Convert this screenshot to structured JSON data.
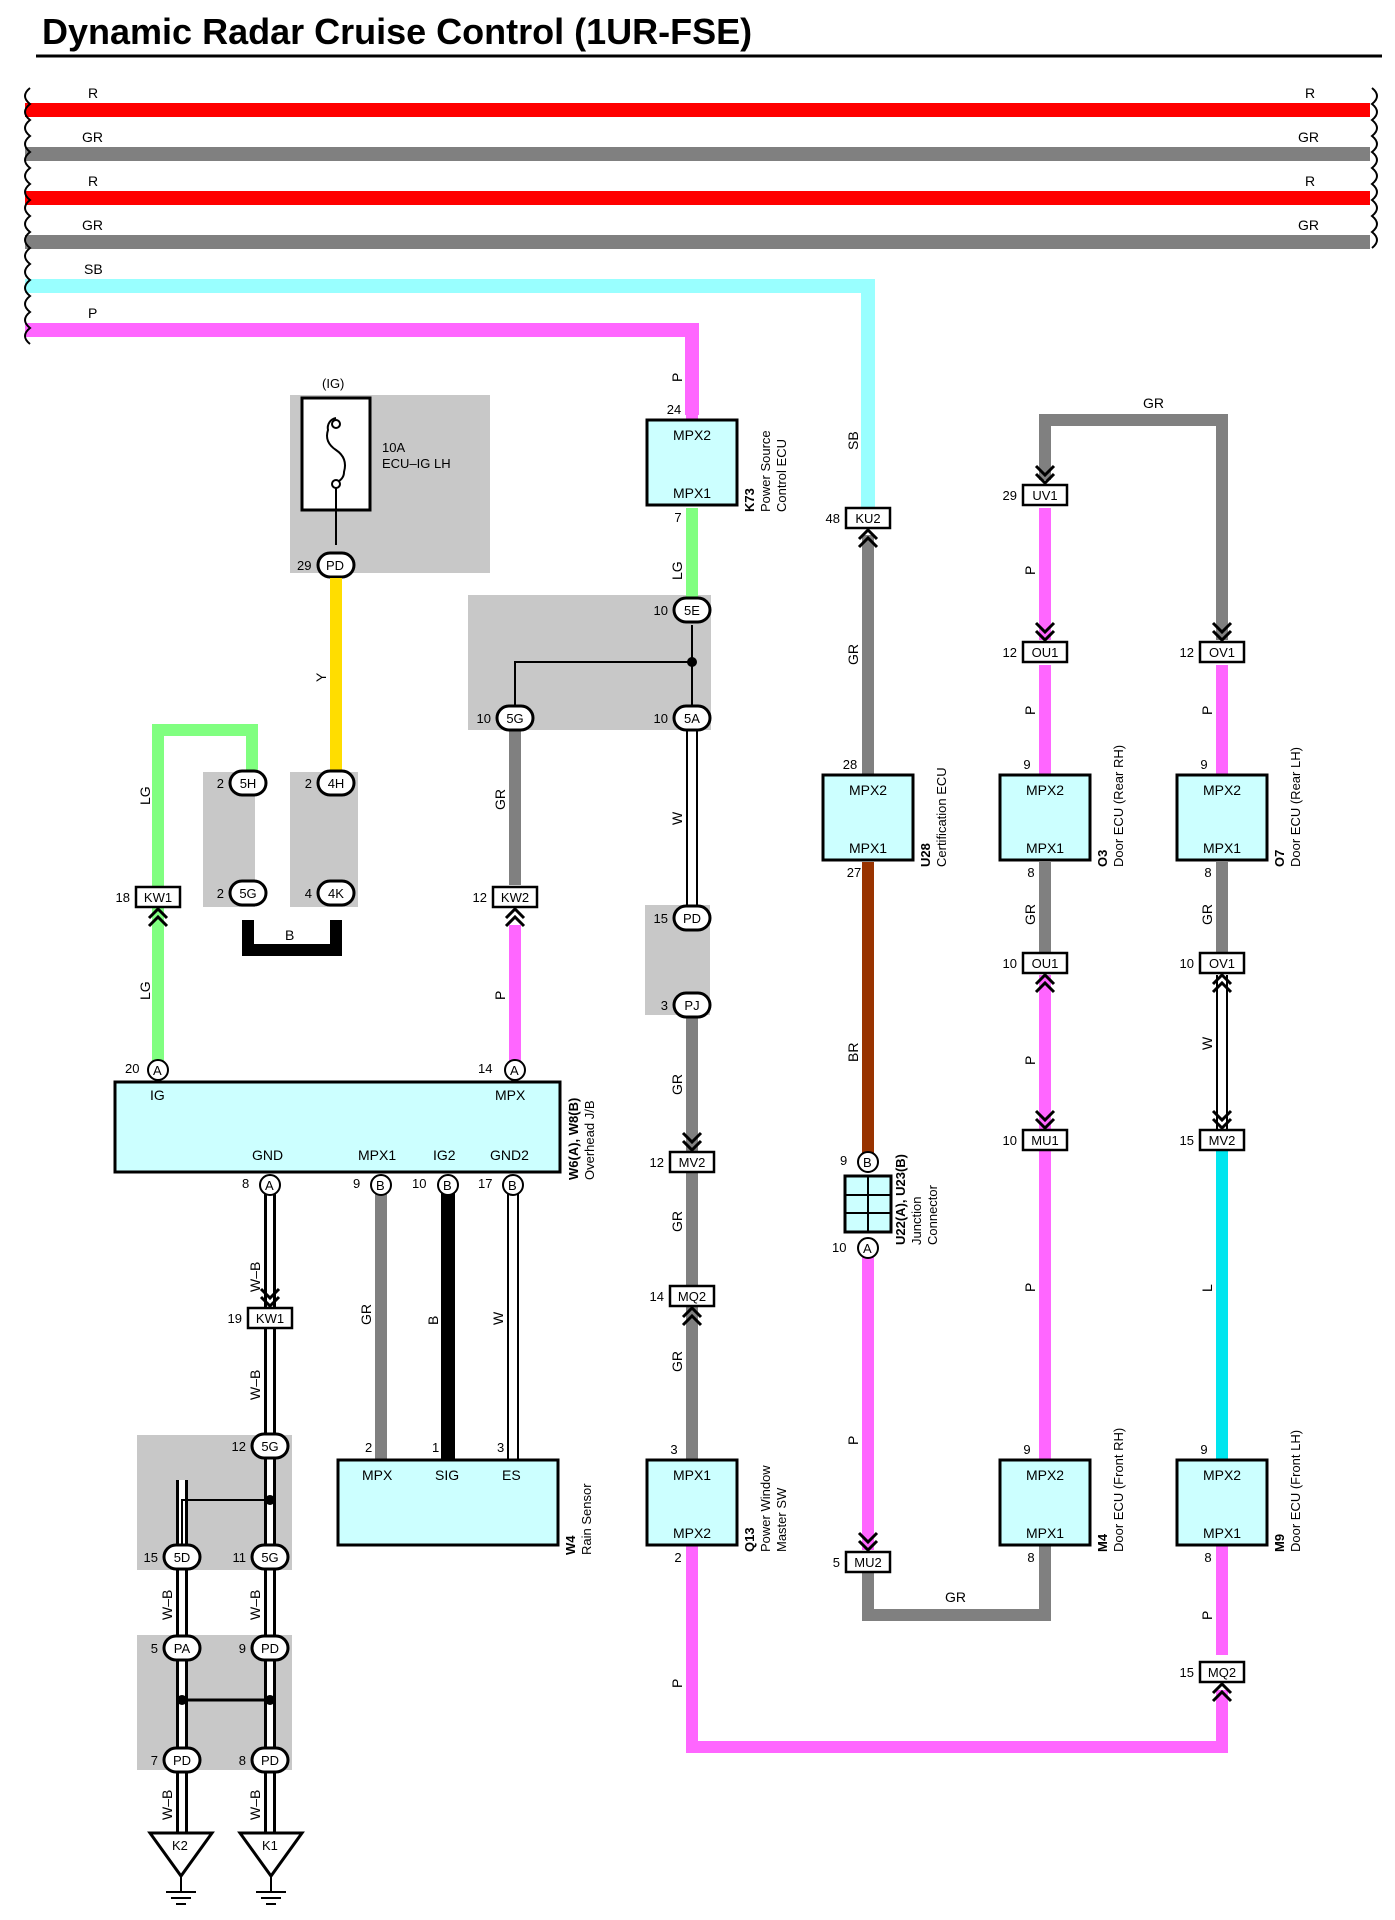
{
  "title": "Dynamic Radar Cruise Control (1UR-FSE)",
  "colors": {
    "R": "#ff0000",
    "GR": "#808080",
    "SB": "#99ffff",
    "P": "#ff66ff",
    "LG": "#80ff80",
    "Y": "#ffdd00",
    "B": "#000000",
    "W": "#ffffff",
    "BR": "#993300",
    "L": "#00e5ee",
    "box_fill": "#ccffff",
    "jb_shade": "#c8c8c8"
  },
  "bus_wires": [
    {
      "code": "R",
      "left": "R",
      "right": "R"
    },
    {
      "code": "GR",
      "left": "GR",
      "right": "GR"
    },
    {
      "code": "R",
      "left": "R",
      "right": "R"
    },
    {
      "code": "GR",
      "left": "GR",
      "right": "GR"
    },
    {
      "code": "SB",
      "left": "SB"
    },
    {
      "code": "P",
      "left": "P"
    }
  ],
  "fuse": {
    "source": "(IG)",
    "rating": "10A",
    "name": "ECU–IG LH",
    "pin": "29",
    "conn": "PD"
  },
  "components": {
    "k73": {
      "id": "K73",
      "desc1": "Power Source",
      "desc2": "Control ECU",
      "top": "MPX2",
      "bottom": "MPX1",
      "pin_top": "24",
      "pin_bottom": "7"
    },
    "u28": {
      "id": "U28",
      "desc1": "Certification ECU",
      "top": "MPX2",
      "bottom": "MPX1",
      "pin_top": "28",
      "pin_bottom": "27"
    },
    "o3": {
      "id": "O3",
      "desc1": "Door ECU (Rear RH)",
      "top": "MPX2",
      "bottom": "MPX1",
      "pin_top": "9",
      "pin_bottom": "8"
    },
    "o7": {
      "id": "O7",
      "desc1": "Door ECU (Rear LH)",
      "top": "MPX2",
      "bottom": "MPX1",
      "pin_top": "9",
      "pin_bottom": "8"
    },
    "w6": {
      "id": "W6(A), W8(B)",
      "desc1": "Overhead J/B",
      "ig": "IG",
      "mpx": "MPX",
      "gnd": "GND",
      "mpx1": "MPX1",
      "ig2": "IG2",
      "gnd2": "GND2",
      "p20": "20",
      "p14": "14",
      "p8": "8",
      "p9": "9",
      "p10": "10",
      "p17": "17",
      "a": "A",
      "b": "B"
    },
    "w4": {
      "id": "W4",
      "desc1": "Rain Sensor",
      "mpx": "MPX",
      "sig": "SIG",
      "es": "ES",
      "p2": "2",
      "p1": "1",
      "p3": "3"
    },
    "q13": {
      "id": "Q13",
      "desc1": "Power Window",
      "desc2": "Master SW",
      "top": "MPX1",
      "bottom": "MPX2",
      "pin_top": "3",
      "pin_bottom": "2"
    },
    "m4": {
      "id": "M4",
      "desc1": "Door ECU (Front RH)",
      "top": "MPX2",
      "bottom": "MPX1",
      "pin_top": "9",
      "pin_bottom": "8"
    },
    "m9": {
      "id": "M9",
      "desc1": "Door ECU (Front LH)",
      "top": "MPX2",
      "bottom": "MPX1",
      "pin_top": "9",
      "pin_bottom": "8"
    },
    "u22": {
      "id": "U22(A), U23(B)",
      "desc1": "Junction",
      "desc2": "Connector",
      "p9": "9",
      "p10": "10",
      "a": "A",
      "b": "B"
    }
  },
  "connectors": {
    "kw1a": {
      "pin": "18",
      "name": "KW1"
    },
    "kw2": {
      "pin": "12",
      "name": "KW2"
    },
    "kw1b": {
      "pin": "19",
      "name": "KW1"
    },
    "ku2": {
      "pin": "48",
      "name": "KU2"
    },
    "uv1": {
      "pin": "29",
      "name": "UV1"
    },
    "ou1a": {
      "pin": "12",
      "name": "OU1"
    },
    "ov1a": {
      "pin": "12",
      "name": "OV1"
    },
    "ou1b": {
      "pin": "10",
      "name": "OU1"
    },
    "ov1b": {
      "pin": "10",
      "name": "OV1"
    },
    "mu1": {
      "pin": "10",
      "name": "MU1"
    },
    "mv2a": {
      "pin": "15",
      "name": "MV2"
    },
    "mv2b": {
      "pin": "12",
      "name": "MV2"
    },
    "mq2a": {
      "pin": "14",
      "name": "MQ2"
    },
    "mu2": {
      "pin": "5",
      "name": "MU2"
    },
    "mq2b": {
      "pin": "15",
      "name": "MQ2"
    }
  },
  "jb_pins": {
    "c5e": {
      "pin": "10",
      "name": "5E"
    },
    "c5g1": {
      "pin": "10",
      "name": "5G"
    },
    "c5a": {
      "pin": "10",
      "name": "5A"
    },
    "c5h": {
      "pin": "2",
      "name": "5H"
    },
    "c4h": {
      "pin": "2",
      "name": "4H"
    },
    "c5g2": {
      "pin": "2",
      "name": "5G"
    },
    "c4k": {
      "pin": "4",
      "name": "4K"
    },
    "cpd1": {
      "pin": "15",
      "name": "PD"
    },
    "cpj": {
      "pin": "3",
      "name": "PJ"
    },
    "c5g3": {
      "pin": "12",
      "name": "5G"
    },
    "c5d": {
      "pin": "15",
      "name": "5D"
    },
    "c5g4": {
      "pin": "11",
      "name": "5G"
    },
    "cpa": {
      "pin": "5",
      "name": "PA"
    },
    "cpd2": {
      "pin": "9",
      "name": "PD"
    },
    "cpd3": {
      "pin": "7",
      "name": "PD"
    },
    "cpd4": {
      "pin": "8",
      "name": "PD"
    }
  },
  "grounds": {
    "k2": "K2",
    "k1": "K1"
  },
  "wire_labels": {
    "P": "P",
    "LG": "LG",
    "SB": "SB",
    "GR": "GR",
    "Y": "Y",
    "B": "B",
    "W": "W",
    "BR": "BR",
    "L": "L",
    "WB": "W–B"
  }
}
